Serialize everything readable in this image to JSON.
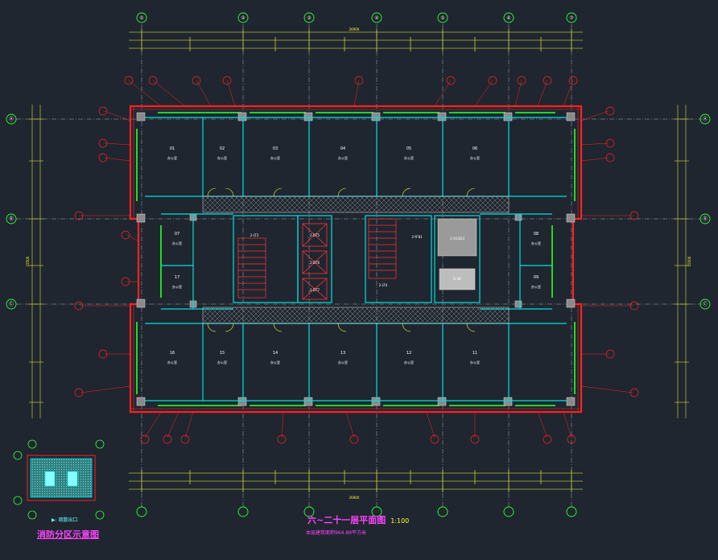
{
  "drawing": {
    "title": "六~二十一层平面图",
    "scale": "1:100",
    "subtitle": "本层建筑面积964.89平方米",
    "inset_caption": "消防分区示意图",
    "inset_legend": "▶: 疏散出口"
  },
  "grid_top": [
    "①",
    "②",
    "③",
    "④",
    "⑤",
    "⑥",
    "⑦"
  ],
  "grid_left": [
    "Ⓐ",
    "Ⓑ",
    "Ⓒ"
  ],
  "grid_right": [
    "Ⓐ",
    "Ⓑ",
    "Ⓒ"
  ],
  "dims": {
    "overall_top": "26900",
    "overall_bottom": "26900",
    "overall_side": "15500"
  },
  "core_labels": {
    "stair_a": "2-LT3",
    "stair_b": "2-LT4",
    "elev_1": "2-DT5",
    "elev_2": "2-DT6",
    "elev_3": "2-DT7",
    "shaft_1": "2-YF81",
    "shaft_2": "2-S1GD3",
    "room_note": "D-4B"
  },
  "rooms_top": [
    "01",
    "02",
    "03",
    "04",
    "05",
    "06"
  ],
  "rooms_bottom": [
    "16",
    "15",
    "14",
    "13",
    "12",
    "11"
  ],
  "rooms_side_left": [
    "07",
    "17"
  ],
  "rooms_side_right": [
    "08",
    "09"
  ],
  "room_usage": "办公室",
  "colors": {
    "background": "#1f2630",
    "wall": "#ff2020",
    "partition": "#00e0e0",
    "glazing": "#22ee22",
    "dimension": "#ffff33",
    "grid": "#dddddd",
    "title": "#ff44ff"
  }
}
